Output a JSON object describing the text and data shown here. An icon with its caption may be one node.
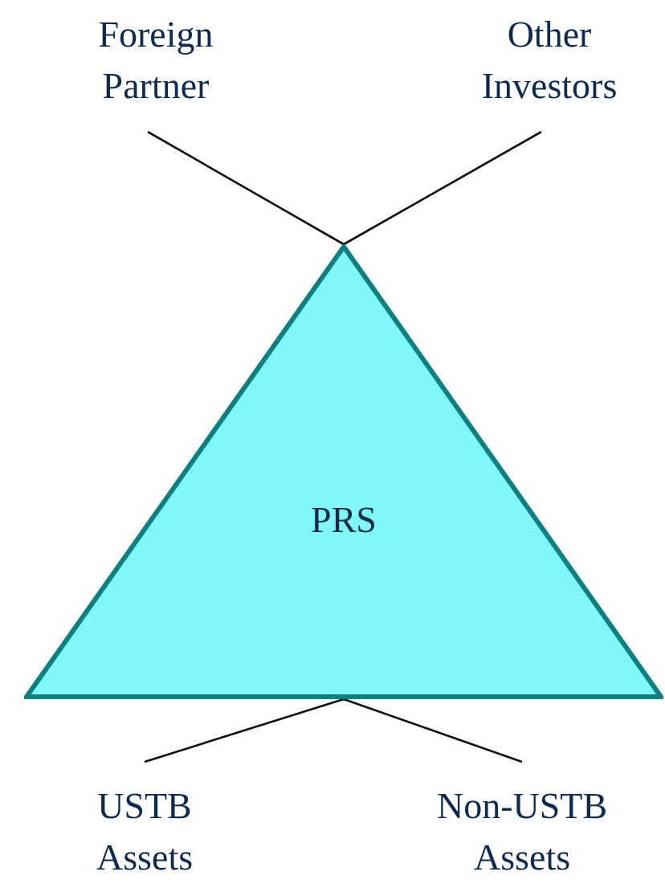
{
  "diagram": {
    "nodes": [
      {
        "text": [
          "Foreign Partner"
        ]
      },
      {
        "text": [
          "Other Investors"
        ]
      },
      {
        "text": [
          "PRS"
        ]
      },
      {
        "text": [
          "USTB Assets"
        ]
      },
      {
        "text": [
          "Non-USTB Assets"
        ]
      }
    ],
    "edges": [
      {
        "from": 0,
        "to": 2,
        "arrow": "none"
      },
      {
        "from": 1,
        "to": 2,
        "arrow": "none"
      },
      {
        "from": 2,
        "to": 3,
        "arrow": "none"
      },
      {
        "from": 2,
        "to": 4,
        "arrow": "none"
      }
    ]
  }
}
